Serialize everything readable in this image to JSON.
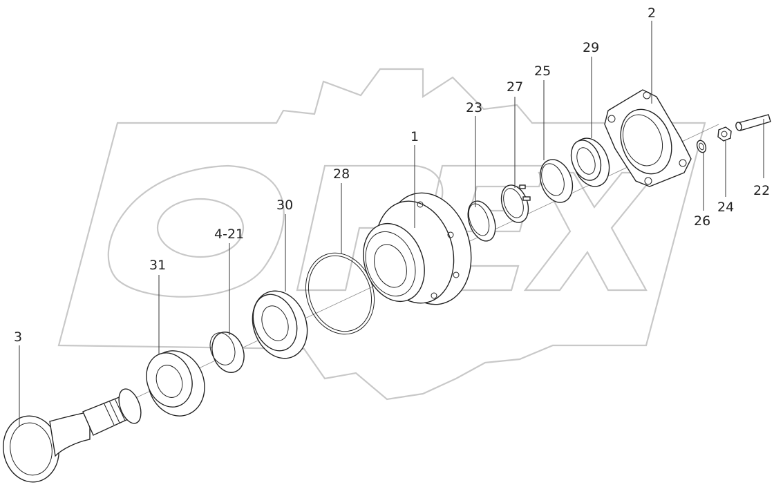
{
  "watermark": {
    "text": "OPEX",
    "color": "#c8c8c8"
  },
  "callouts": [
    {
      "id": "c1",
      "label": "1"
    },
    {
      "id": "c2",
      "label": "2"
    },
    {
      "id": "c3",
      "label": "3"
    },
    {
      "id": "c4",
      "label": "4-21"
    },
    {
      "id": "c22",
      "label": "22"
    },
    {
      "id": "c23",
      "label": "23"
    },
    {
      "id": "c24",
      "label": "24"
    },
    {
      "id": "c25",
      "label": "25"
    },
    {
      "id": "c26",
      "label": "26"
    },
    {
      "id": "c27",
      "label": "27"
    },
    {
      "id": "c28",
      "label": "28"
    },
    {
      "id": "c29",
      "label": "29"
    },
    {
      "id": "c30",
      "label": "30"
    },
    {
      "id": "c31",
      "label": "31"
    }
  ]
}
